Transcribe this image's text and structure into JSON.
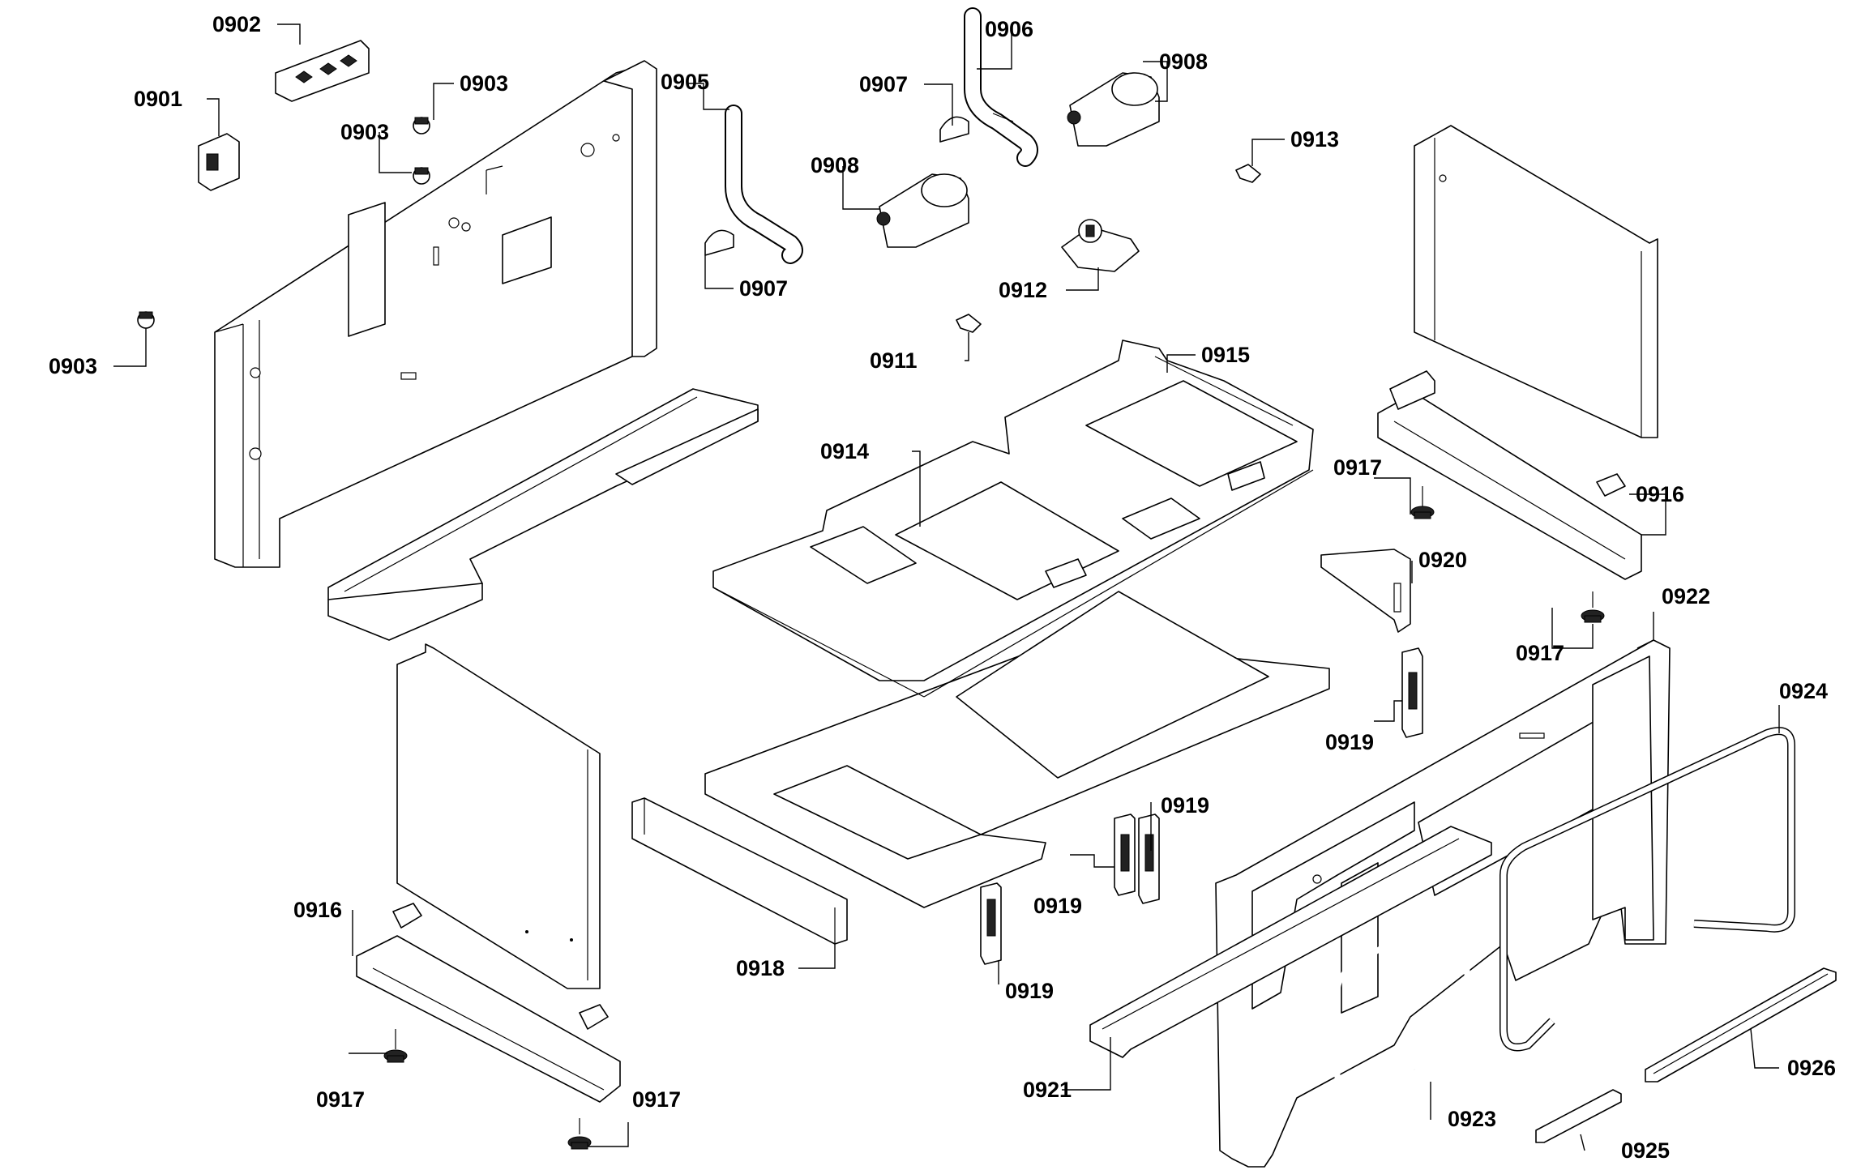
{
  "labels": [
    "0901",
    "0902",
    "0903",
    "0903",
    "0903",
    "0905",
    "0906",
    "0907",
    "0907",
    "0908",
    "0908",
    "0911",
    "0912",
    "0913",
    "0914",
    "0915",
    "0916",
    "0916",
    "0917",
    "0917",
    "0917",
    "0917",
    "0918",
    "0919",
    "0919",
    "0919",
    "0919",
    "0920",
    "0921",
    "0922",
    "0923",
    "0924",
    "0925",
    "0926"
  ]
}
